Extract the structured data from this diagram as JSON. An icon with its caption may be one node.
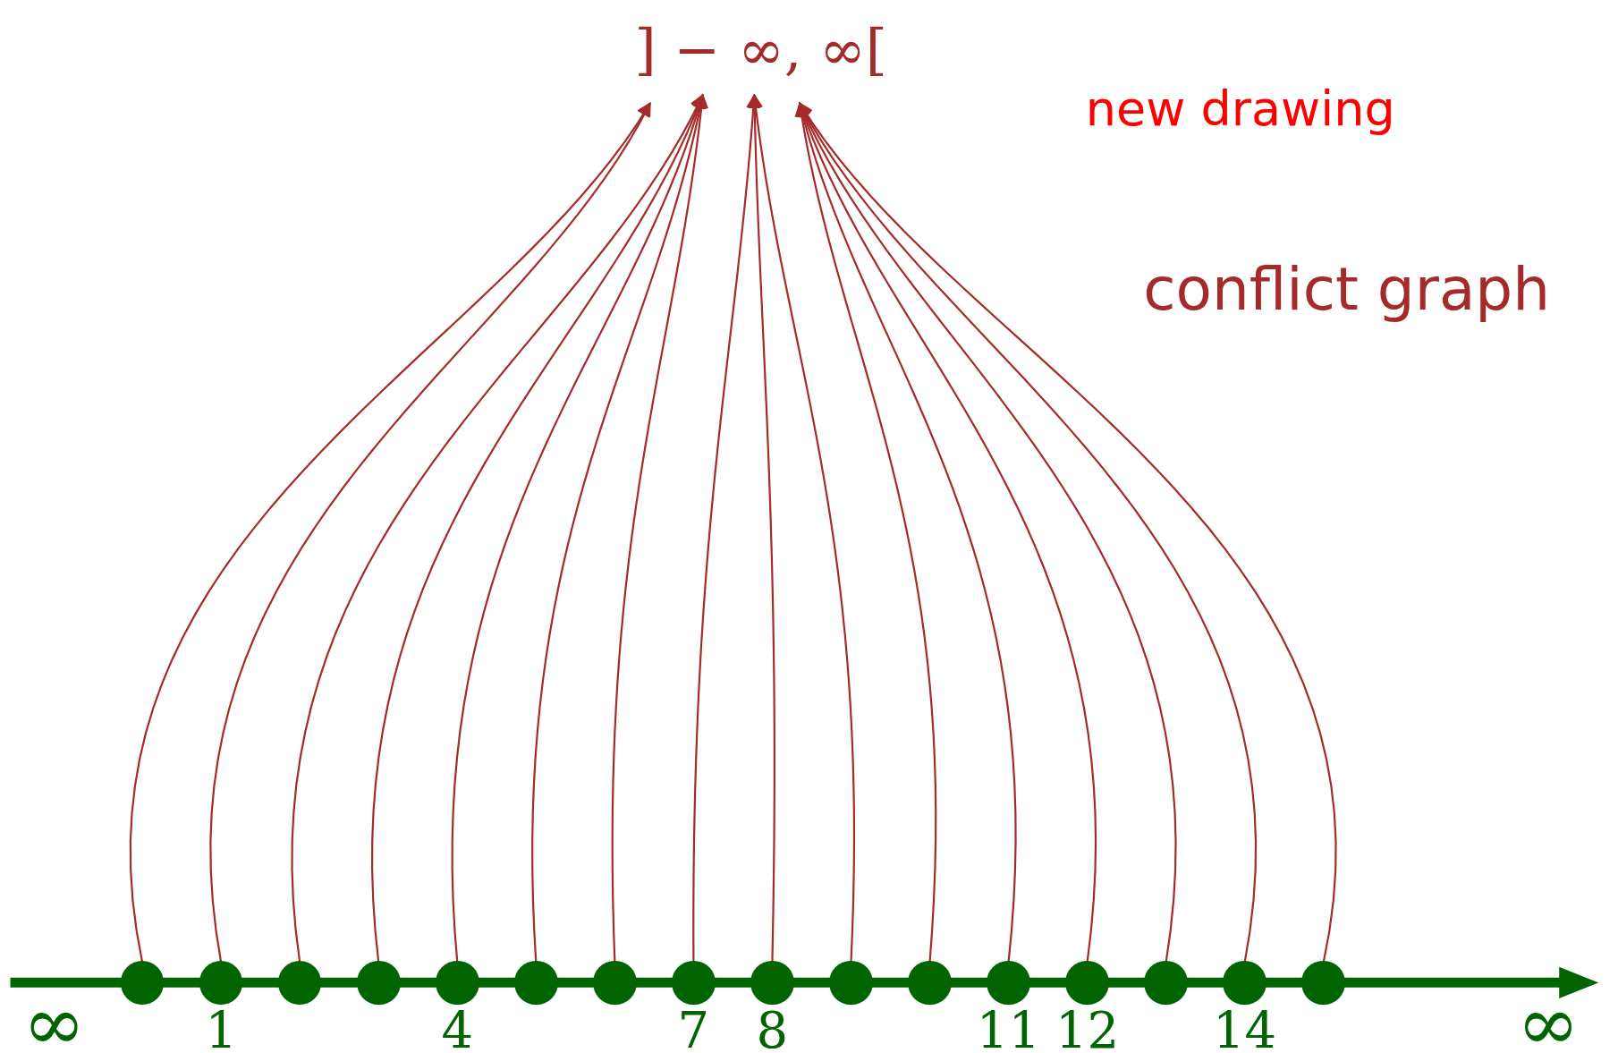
{
  "diagram": {
    "nodes": [
      {
        "text": [
          "] − ∞, ∞["
        ]
      },
      {
        "text": [],
        "shape": "circle"
      },
      {
        "text": [],
        "shape": "circle",
        "beside": [
          "1"
        ]
      },
      {
        "text": [],
        "shape": "circle"
      },
      {
        "text": [],
        "shape": "circle"
      },
      {
        "text": [],
        "shape": "circle",
        "beside": [
          "4"
        ]
      },
      {
        "text": [],
        "shape": "circle"
      },
      {
        "text": [],
        "shape": "circle"
      },
      {
        "text": [],
        "shape": "circle",
        "beside": [
          "7"
        ]
      },
      {
        "text": [],
        "shape": "circle",
        "beside": [
          "8"
        ]
      },
      {
        "text": [],
        "shape": "circle"
      },
      {
        "text": [],
        "shape": "circle"
      },
      {
        "text": [],
        "shape": "circle",
        "beside": [
          "11"
        ]
      },
      {
        "text": [],
        "shape": "circle",
        "beside": [
          "12"
        ]
      },
      {
        "text": [],
        "shape": "circle"
      },
      {
        "text": [],
        "shape": "circle",
        "beside": [
          "14"
        ]
      },
      {
        "text": [],
        "shape": "circle"
      }
    ],
    "edges": [
      {
        "from": 1,
        "to": 0,
        "arrow": "to"
      },
      {
        "from": 2,
        "to": 0,
        "arrow": "to"
      },
      {
        "from": 3,
        "to": 0,
        "arrow": "to"
      },
      {
        "from": 4,
        "to": 0,
        "arrow": "to"
      },
      {
        "from": 5,
        "to": 0,
        "arrow": "to"
      },
      {
        "from": 6,
        "to": 0,
        "arrow": "to"
      },
      {
        "from": 7,
        "to": 0,
        "arrow": "to"
      },
      {
        "from": 8,
        "to": 0,
        "arrow": "to"
      },
      {
        "from": 9,
        "to": 0,
        "arrow": "to"
      },
      {
        "from": 10,
        "to": 0,
        "arrow": "to"
      },
      {
        "from": 11,
        "to": 0,
        "arrow": "to"
      },
      {
        "from": 12,
        "to": 0,
        "arrow": "to"
      },
      {
        "from": 13,
        "to": 0,
        "arrow": "to"
      },
      {
        "from": 14,
        "to": 0,
        "arrow": "to"
      },
      {
        "from": 15,
        "to": 0,
        "arrow": "to"
      },
      {
        "from": 16,
        "to": 0,
        "arrow": "to"
      }
    ],
    "labels": [
      "new drawing",
      "conflict graph",
      "∞",
      "∞"
    ]
  }
}
